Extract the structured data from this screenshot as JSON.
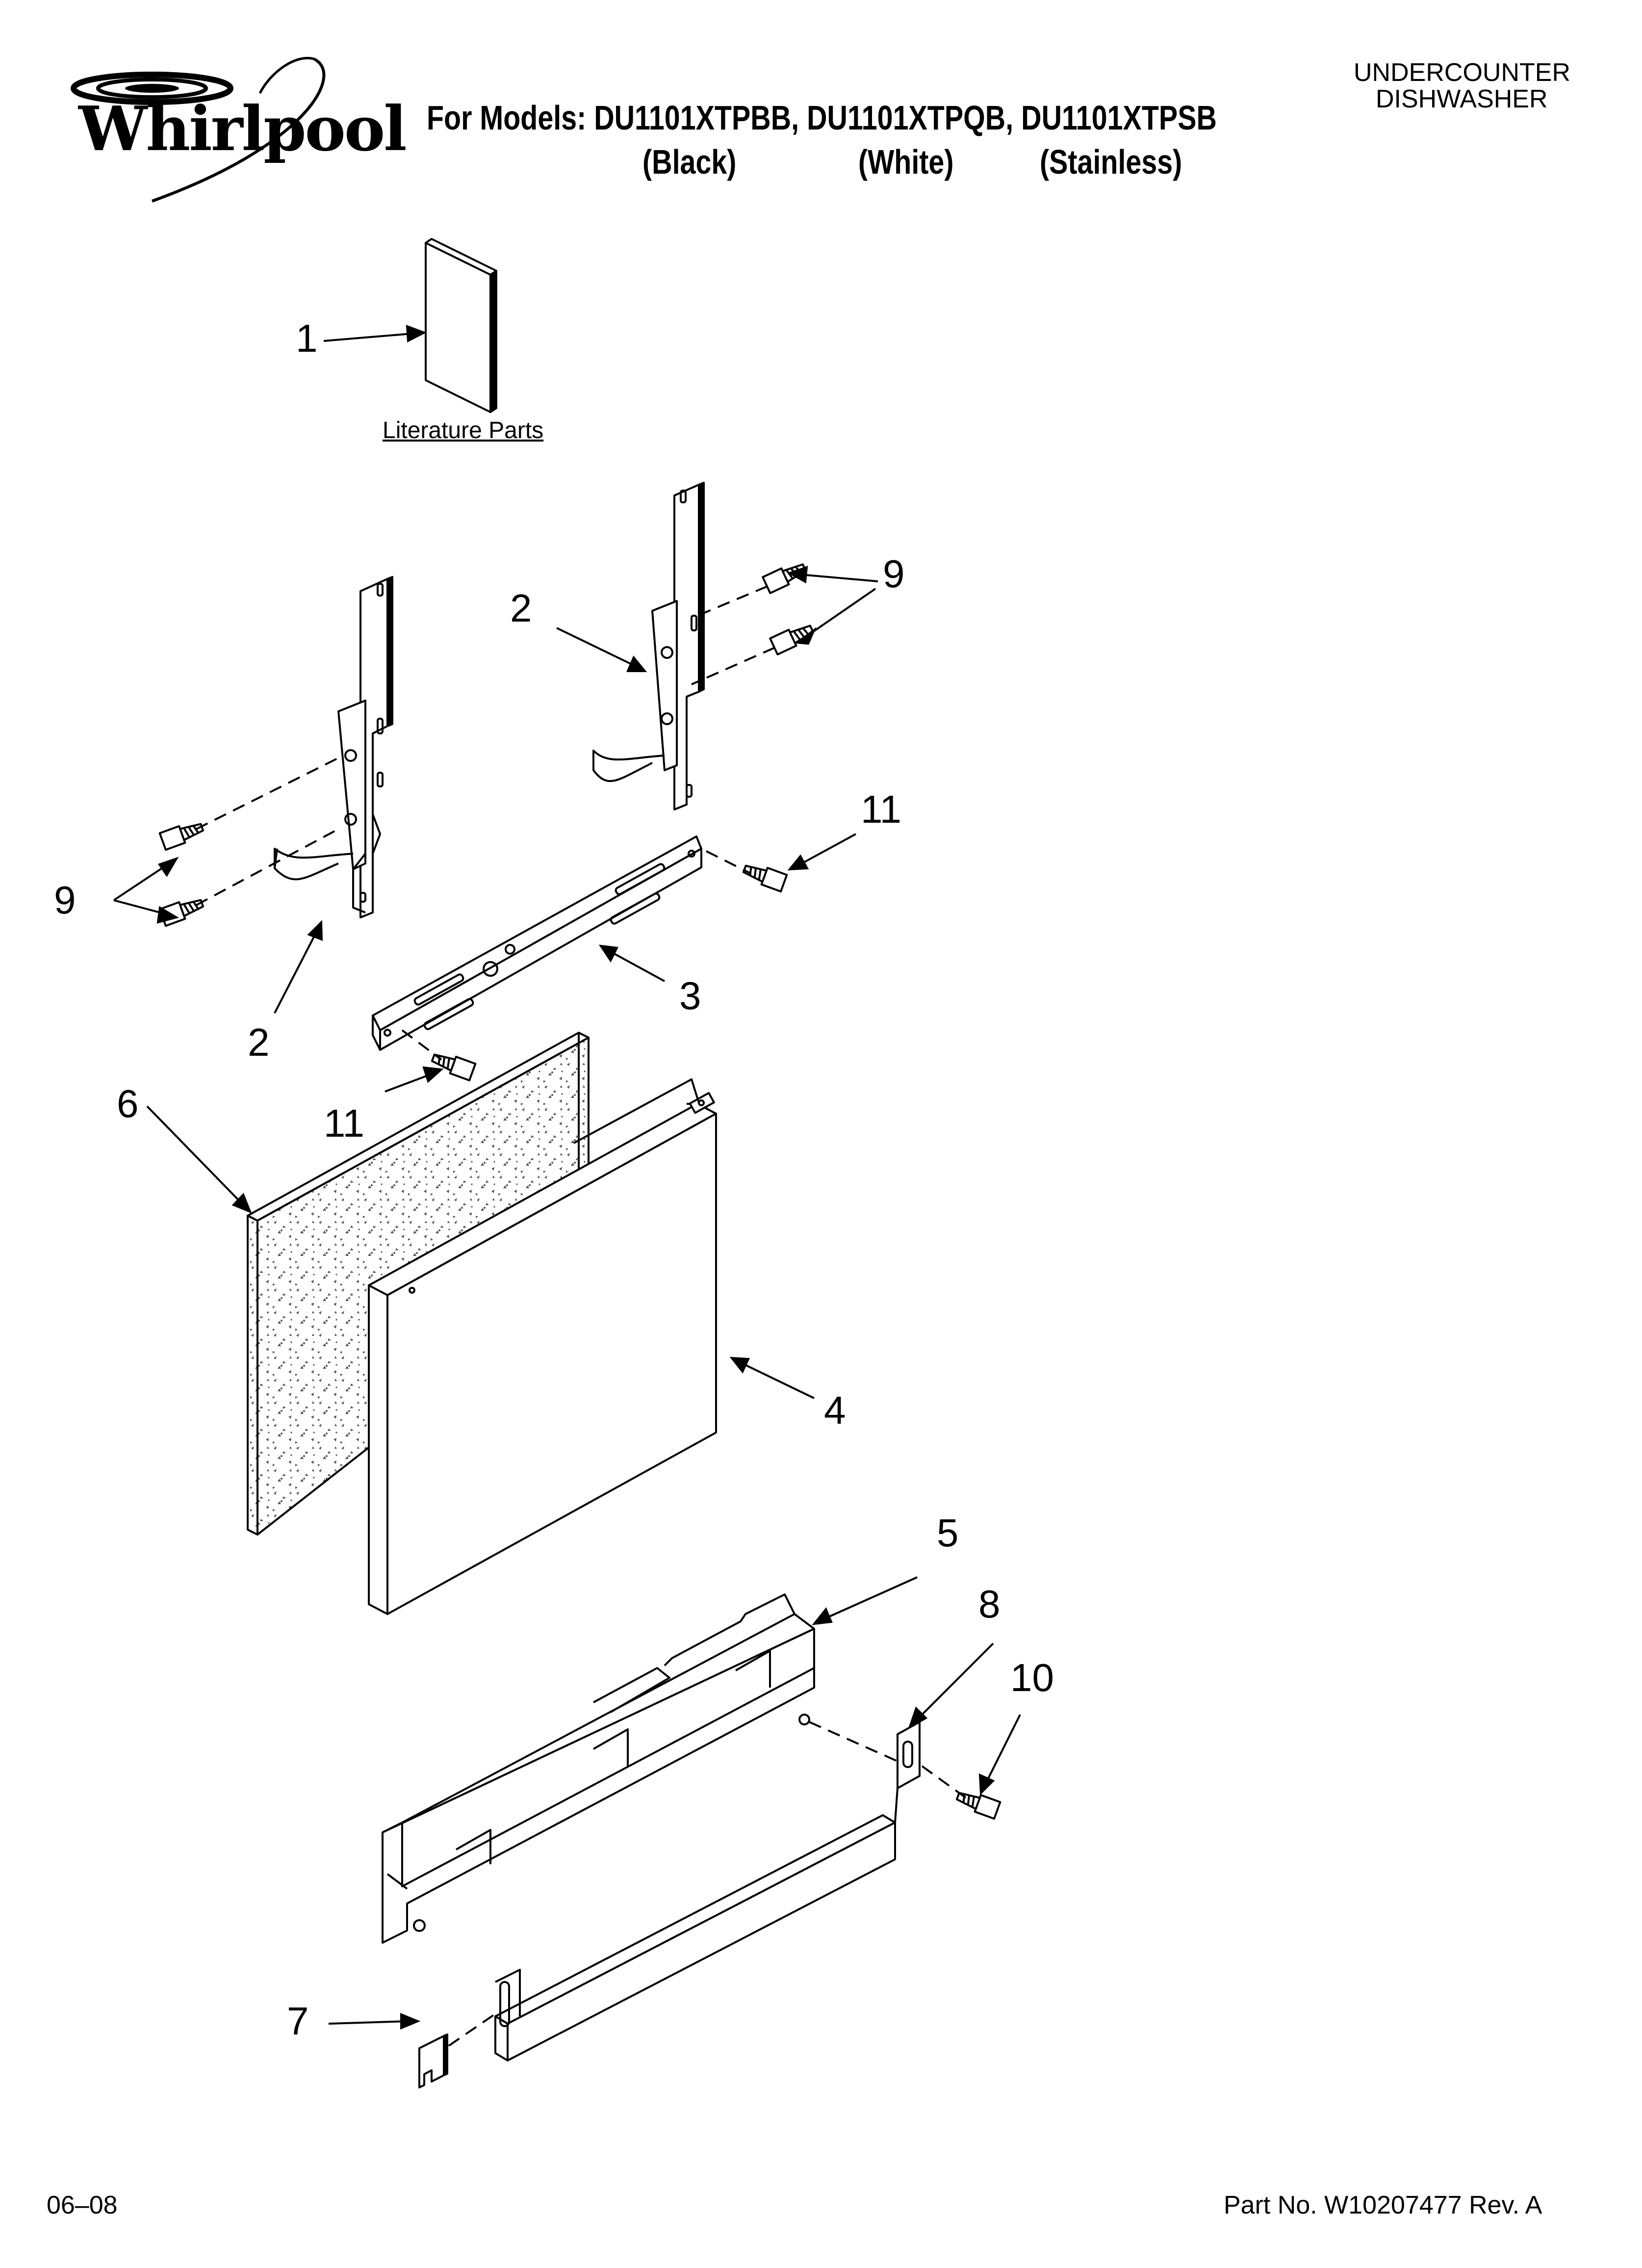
{
  "brand": {
    "name": "Whirlpool",
    "logo_icon": "whirlpool-swirl-logo"
  },
  "header": {
    "models_line": "For Models: DU1101XTPBB, DU1101XTPQB, DU1101XTPSB",
    "variants": [
      "(Black)",
      "(White)",
      "(Stainless)"
    ],
    "product_type_lines": [
      "UNDERCOUNTER",
      "DISHWASHER"
    ]
  },
  "diagram": {
    "literature_label": "Literature Parts",
    "callouts": {
      "c1": "1",
      "c2a": "2",
      "c2b": "2",
      "c3": "3",
      "c4": "4",
      "c5": "5",
      "c6": "6",
      "c7": "7",
      "c8": "8",
      "c9a": "9",
      "c9b": "9",
      "c10": "10",
      "c11a": "11",
      "c11b": "11"
    },
    "line_color": "#000000",
    "texture_color": "#555555"
  },
  "footer": {
    "date": "06–08",
    "part_number": "Part No. W10207477 Rev. A"
  }
}
